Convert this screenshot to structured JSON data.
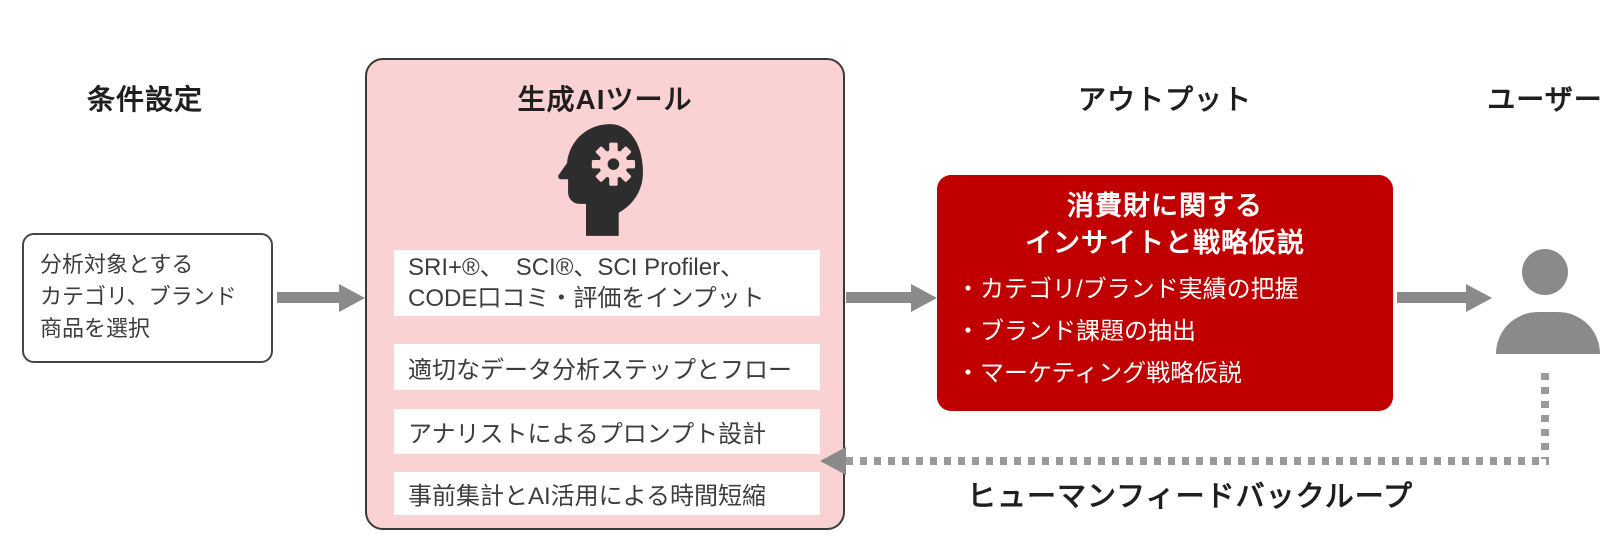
{
  "headings": {
    "conditions": "条件設定",
    "ai_tool": "生成AIツール",
    "output": "アウトプット",
    "user": "ユーザー"
  },
  "condition_box": {
    "lines": [
      "分析対象とする",
      "カテゴリ、ブランド",
      "商品を選択"
    ]
  },
  "ai_tool_box": {
    "icon": "head-with-gear-icon",
    "items": [
      {
        "lines": [
          "SRI+®、　SCI®、SCI Profiler、",
          "CODE口コミ・評価をインプット"
        ]
      },
      {
        "lines": [
          "適切なデータ分析ステップとフロー"
        ]
      },
      {
        "lines": [
          "アナリストによるプロンプト設計"
        ]
      },
      {
        "lines": [
          "事前集計とAI活用による時間短縮"
        ]
      }
    ]
  },
  "output_box": {
    "title_lines": [
      "消費財に関する",
      "インサイトと戦略仮説"
    ],
    "bullets": [
      "・カテゴリ/ブランド実績の把握",
      "・ブランド課題の抽出",
      "・マーケティング戦略仮説"
    ]
  },
  "user": {
    "icon": "person-icon"
  },
  "feedback": {
    "label": "ヒューマンフィードバックループ"
  },
  "colors": {
    "accent_red": "#C00000",
    "pink_panel": "#FBD2D4",
    "arrow_gray": "#8a8a8a",
    "dotted_gray": "#9a9a9a",
    "text_dark": "#1f1f1f"
  }
}
